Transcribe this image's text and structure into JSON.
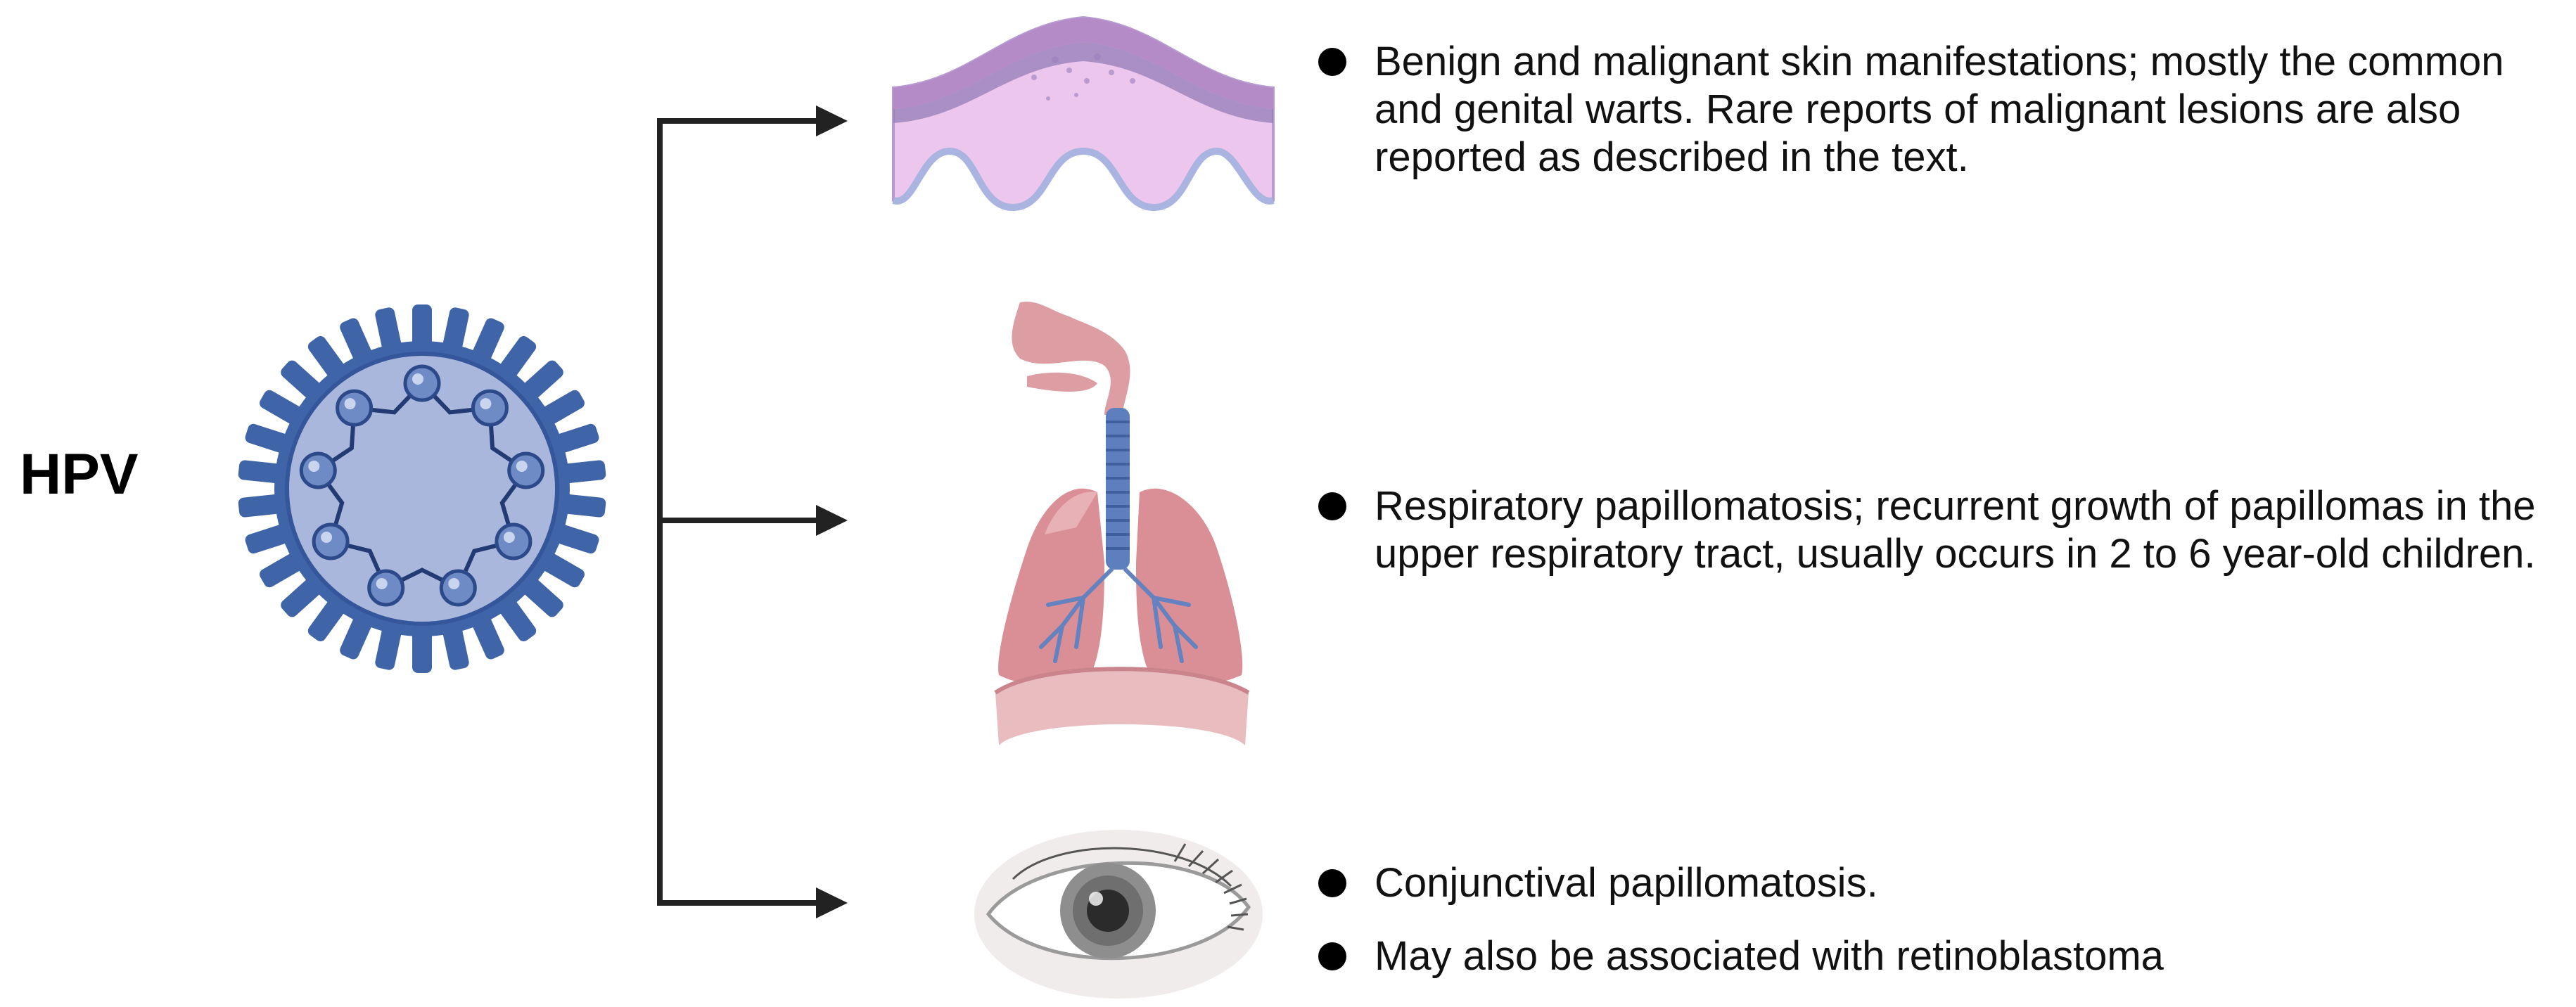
{
  "title": "HPV",
  "colors": {
    "virus_blue": "#3f64a8",
    "virus_fill": "#a9b7dc",
    "skin_pink": "#e6bde6",
    "lung_pink": "#d98f95",
    "arrow": "#222222"
  },
  "icons": [
    "virus-icon",
    "skin-tissue-icon",
    "respiratory-system-icon",
    "eye-icon"
  ],
  "manifestations": [
    {
      "text": "Benign and malignant skin manifestations; mostly the common and genital warts. Rare reports of malignant lesions are also reported as described in the text."
    },
    {
      "text": "Respiratory papillomatosis; recurrent growth of papillomas in the upper respiratory tract, usually occurs in 2 to 6 year-old children."
    },
    {
      "text": "Conjunctival papillomatosis."
    },
    {
      "text": "May also be associated with retinoblastoma"
    }
  ]
}
